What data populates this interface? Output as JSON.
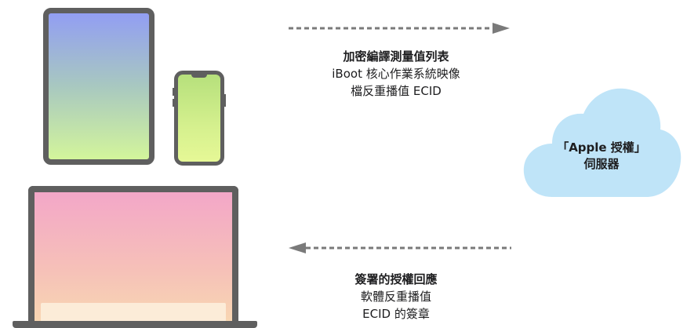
{
  "request": {
    "title": "加密編譯測量值列表",
    "line2": "iBoot 核心作業系統映像",
    "line3": "檔反重播值 ECID"
  },
  "response": {
    "title": "簽署的授權回應",
    "line2": "軟體反重播值",
    "line3": "ECID 的簽章"
  },
  "server": {
    "line1": "「Apple 授權」",
    "line2": "伺服器"
  },
  "colors": {
    "device_frame": "#5f5f5f",
    "arrow": "#7a7a7a",
    "cloud": "#bfe4f8"
  }
}
